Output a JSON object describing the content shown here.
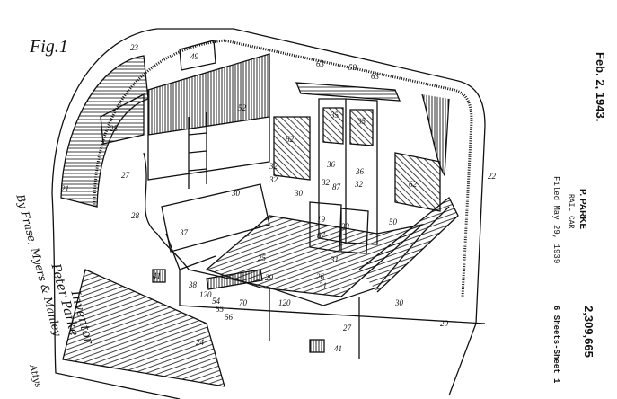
{
  "header": {
    "date": "Feb. 2, 1943.",
    "inventor": "P. PARKE",
    "title": "RAIL CAR",
    "filed": "Filed May 29, 1939",
    "patent_number": "2,309,665",
    "sheets": "6 Sheets-Sheet 1"
  },
  "figure": {
    "label": "Fig.1",
    "reference_numerals": [
      "23",
      "49",
      "25",
      "27",
      "21",
      "52",
      "62",
      "32",
      "30",
      "28",
      "37",
      "41",
      "38",
      "120",
      "54",
      "55",
      "56",
      "70",
      "29",
      "25",
      "120",
      "26",
      "31",
      "27",
      "41",
      "30",
      "22",
      "20",
      "24",
      "50",
      "33",
      "19",
      "87",
      "31",
      "63",
      "59",
      "63",
      "35",
      "35",
      "36",
      "36",
      "32",
      "32",
      "87",
      "62",
      "32",
      "30"
    ]
  },
  "signature": {
    "heading": "Inventor",
    "name": "Peter Parke",
    "by": "By Frase, Myers & Manley",
    "suffix": "Attys"
  }
}
